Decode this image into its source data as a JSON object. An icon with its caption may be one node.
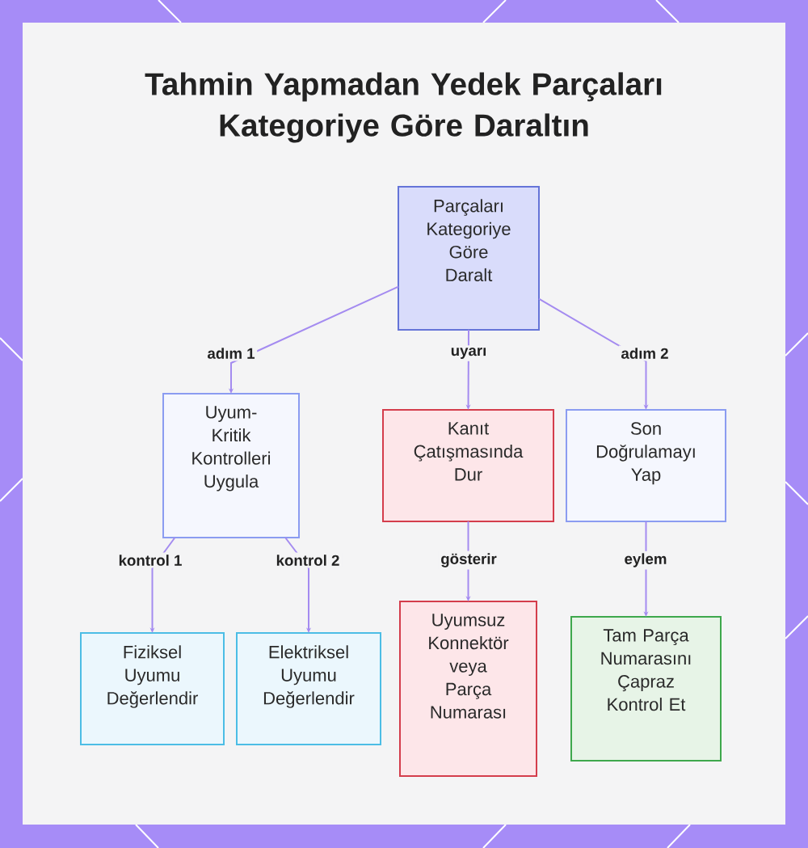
{
  "diagram": {
    "title": "Tahmin Yapmadan Yedek Parçaları Kategoriye Göre Daraltın",
    "nodes": [
      {
        "text": [
          "Parçaları Kategoriye Göre Daralt"
        ]
      },
      {
        "text": [
          "Uyum-Kritik Kontrolleri Uygula"
        ]
      },
      {
        "text": [
          "Kanıt Çatışmasında Dur"
        ]
      },
      {
        "text": [
          "Son Doğrulamayı Yap"
        ]
      },
      {
        "text": [
          "Fiziksel Uyumu Değerlendir"
        ]
      },
      {
        "text": [
          "Elektriksel Uyumu Değerlendir"
        ]
      },
      {
        "text": [
          "Uyumsuz Konnektör veya Parça Numarası"
        ]
      },
      {
        "text": [
          "Tam Parça Numarasını Çapraz Kontrol Et"
        ]
      }
    ],
    "edges": [
      {
        "from": 0,
        "to": 1,
        "arrow": "to",
        "label": "adım 1"
      },
      {
        "from": 0,
        "to": 2,
        "arrow": "to",
        "label": "uyarı"
      },
      {
        "from": 0,
        "to": 3,
        "arrow": "to",
        "label": "adım 2"
      },
      {
        "from": 1,
        "to": 4,
        "arrow": "to",
        "label": "kontrol 1"
      },
      {
        "from": 1,
        "to": 5,
        "arrow": "to",
        "label": "kontrol 2"
      },
      {
        "from": 2,
        "to": 6,
        "arrow": "to",
        "label": "gösterir"
      },
      {
        "from": 3,
        "to": 7,
        "arrow": "to",
        "label": "eylem"
      }
    ]
  }
}
